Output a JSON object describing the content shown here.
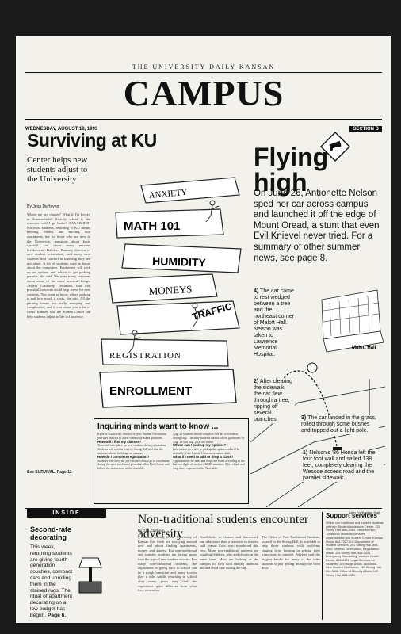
{
  "publication": "THE UNIVERSITY DAILY KANSAN",
  "masthead": "CAMPUS",
  "date": "WEDNESDAY, AUGUST 18, 1993",
  "section": "SECTION D",
  "main_story": {
    "headline": "Surviving at KU",
    "deck": "Center helps new students adjust to the University",
    "byline": "By Jena DeHaven",
    "body": "Where are my classes? What if I'm locked in Summerfield? Exactly where is the semester well I go broke? AAAAHHHH! For most students, returning to KU means meeting friends and moving into apartments, but for those who are new to the University, questions about basic survival can cause many nervous breakdowns. Kathleen Ramsey, director of new student orientation, said many new students find comfort in knowing they are not alone. A lot of students want to know about the computers. Equipment will pick up on options and where to get parking permits, she said. We were many concerns about some of the more practical things. Angela LaBounty, freshman, said that practical concerns could help stress for new students. You want to know where parking is and how much it costs, she said. All the parking issues are really annoying and complicated, and it can cause you a lot of stress. Ramsey said the Student Center can help students adjust to life in Lawrence.",
    "jump": "See SURVIVAL, Page 11"
  },
  "illustration": {
    "books": [
      "ANXIETY",
      "MATH 101",
      "HUMIDITY",
      "MONEY$",
      "TRAFFIC",
      "REGISTRATION",
      "ENROLLMENT"
    ]
  },
  "sidebar": {
    "title": "Inquiring minds want to know ...",
    "col1": [
      {
        "h": "Kathryn Kozlowski, director of New Student Orientation, provides answers to a few commonly asked questions.",
        "p": ""
      },
      {
        "h": "How will I find my classes?",
        "p": "Tours will take place for new students during orientation. Students will meet in front of Strong Hall and visit the major academic buildings on campus."
      },
      {
        "h": "How do I complete registration?",
        "p": "Students who have not yet enrolled should go to enrollment during the open enrollment period at Allen Field House and follow the instructions in the timetable."
      }
    ],
    "col2": [
      {
        "h": "",
        "p": "Aug. 20 students should complete full day schedule at Strong Hall. Thursday students should follow guidelines by Aug. 18 and Aug. 20 at the union."
      },
      {
        "h": "Where can I pick up my options?",
        "p": "Information on where to pick up the option card will be available at the Kansas Union information desk."
      },
      {
        "h": "What if I need to add or drop a class?",
        "p": "Appointments for adds and drops are listed according to the last two digits of students' KUID numbers. A list of add and drop times is posted in the Timetable."
      }
    ]
  },
  "flying": {
    "headline": "Flying high",
    "lead": "On June 26, Antionette Nelson sped her car across campus and launched it off the edge of Mount Oread, a stunt that even Evil Knievel never tried. For a summary of other summer news, see page 8.",
    "step1": "Nelson's '86 Honda left the four foot wall and sailed 138 feet, completely clearing the Wescoe access road and the parallel sidewalk.",
    "step2": "After clearing the sidewalk, the car flew through a tree, ripping off several branches.",
    "step3": "The car landed in the grass, rolled through some bushes and topped out a light pole.",
    "step4": "The car came to rest wedged between a tree and the northeast corner of Malott Hall. Nelson was taken to Lawrence Memorial Hospital.",
    "n1": "1)",
    "n2": "2)",
    "n3": "3)",
    "n4": "4)",
    "building_label": "Malott Hall",
    "credit": "John Fry/Kansan Staff"
  },
  "inside": {
    "bar": "INSIDE",
    "title": "Second-rate decorating",
    "text": "This week, returning students are giving fourth-generation couches, compact cars and unrolling them in the stained rugs. The ritual of apartment decorating on a low budget has begun.",
    "page": "Page 6."
  },
  "nontrad": {
    "headline": "Non-traditional students encounter adversity",
    "byline": "By J.R. Clarkson",
    "col1": "Freshmen coming to the University of Kansas this week are worrying around new and about finding apartments, money and grades. But non-traditional and transfer students are facing more than the typical new-student worries. For many non-traditional students, the adjustment to going back to school can be a tough transition and many factors play a role. Adults returning to school after many years may find the experience quite different from what they remember.",
    "col2": "Roadblocks to classes and homework can take more than a semester to master, said Jeanne Cole, who transferred this year. Many non-traditional students are juggling children, jobs and classes at the same time. Most are looking at the campus for help with finding financial aid and child care during the day.",
    "col3": "The Office of Non-Traditional Students, located in the Strong Hall, is available to help those students with problems ranging from housing to getting their transcripts to transfer. Adviser said the biggest hurdle for many of the older students is just getting through the front door."
  },
  "support": {
    "title": "Support services",
    "text": "Where can traditional and transfer students get help: Student Assistance Center, 133 Strong Hall, 864-4064. Office for Non-Traditional Students Services, Organizations and Student Center, Kansas Union, 864-7327. KU Department of Student Services, 201 Strong Hall, 864-4060. Veteran Certification, Registration Office, 125 Strong Hall, 864-4422. Emergency Counseling, Watkins Health Center, 864-4121. Legal Services for Students, 149 Burge Union, 864-5665. New Student Orientation, 160 Strong Hall, 864-3911. Office of Minority Affairs, 140 Strong Hall, 864-4351."
  }
}
